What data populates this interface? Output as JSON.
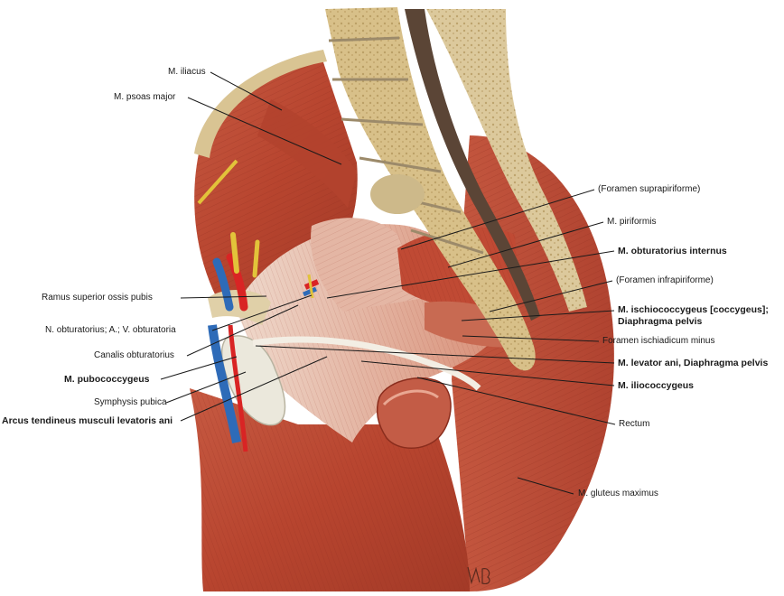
{
  "labels": {
    "iliacus": "M. iliacus",
    "psoas": "M. psoas major",
    "ramus": "Ramus superior ossis pubis",
    "nobturatorius": "N. obturatorius; A.; V. obturatoria",
    "canalis": "Canalis obturatorius",
    "pubococcygeus": "M. pubococcygeus",
    "symphysis": "Symphysis pubica",
    "arcus": "Arcus tendineus musculi levatoris ani",
    "suprapiriforme": "(Foramen suprapiriforme)",
    "piriformis": "M. piriformis",
    "obturatorius_internus": "M. obturatorius internus",
    "infrapiriforme": "(Foramen infrapiriforme)",
    "ischiococcygeus_1": "M. ischiococcygeus [coccygeus];",
    "ischiococcygeus_2": "Diaphragma pelvis",
    "ischiadicum_minus": "Foramen ischiadicum minus",
    "levator_ani": "M. levator ani, Diaphragma pelvis",
    "iliococcygeus": "M. iliococcygeus",
    "rectum": "Rectum",
    "gluteus": "M. gluteus maximus"
  },
  "colors": {
    "muscle": "#c0503a",
    "muscle_dark": "#9a3324",
    "muscle_light": "#d9826a",
    "bone": "#d8c89a",
    "tendon": "#ede6d8",
    "artery": "#d92424",
    "vein": "#2e6bb8",
    "nerve": "#e2c33a",
    "leader": "#1a1a1a"
  },
  "icons": {
    "signature": "artist-signature-mark"
  }
}
